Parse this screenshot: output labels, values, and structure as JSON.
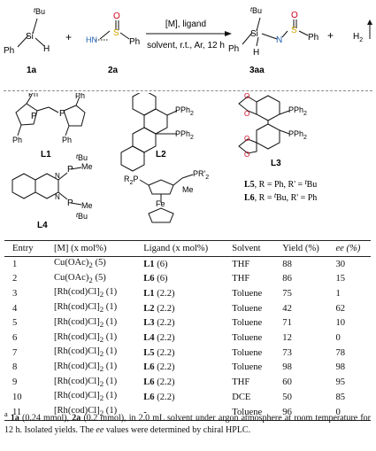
{
  "scheme": {
    "sub1_label": "1a",
    "sub2_label": "2a",
    "prod_label": "3aa",
    "reagent_top": "[M], ligand",
    "reagent_bottom": "solvent, r.t., Ar, 12 h",
    "plus1": "+",
    "plus2": "+",
    "h2": "H",
    "atoms": {
      "tBu": "Bu",
      "t": "t",
      "Ph": "Ph",
      "Si": "Si",
      "H": "H",
      "N": "N",
      "S": "S",
      "O": "O"
    }
  },
  "ligands": {
    "L1": "L1",
    "L2": "L2",
    "L3": "L3",
    "L4": "L4",
    "pph2": "PPh",
    "me": "Me",
    "fe": "Fe",
    "p": "P",
    "L5_def": {
      "label": "L5",
      "text": ", R = Ph, R' = ",
      "tail": "Bu"
    },
    "L6_def": {
      "label": "L6",
      "text": ", R = ",
      "mid": "Bu, R' = Ph"
    }
  },
  "table": {
    "headers": [
      "Entry",
      "[M] (x mol%)",
      "Ligand (x mol%)",
      "Solvent",
      "Yield (%)",
      "ee (%)"
    ],
    "rows": [
      [
        "1",
        "Cu(OAc)",
        "2",
        " (5)",
        "L1",
        " (6)",
        "THF",
        "88",
        "30"
      ],
      [
        "2",
        "Cu(OAc)",
        "2",
        " (5)",
        "L6",
        " (6)",
        "THF",
        "86",
        "15"
      ],
      [
        "3",
        "[Rh(cod)Cl]",
        "2",
        " (1)",
        "L1",
        " (2.2)",
        "Toluene",
        "75",
        "1"
      ],
      [
        "4",
        "[Rh(cod)Cl]",
        "2",
        " (1)",
        "L2",
        " (2.2)",
        "Toluene",
        "42",
        "62"
      ],
      [
        "5",
        "[Rh(cod)Cl]",
        "2",
        " (1)",
        "L3",
        " (2.2)",
        "Toluene",
        "71",
        "10"
      ],
      [
        "6",
        "[Rh(cod)Cl]",
        "2",
        " (1)",
        "L4",
        " (2.2)",
        "Toluene",
        "12",
        "0"
      ],
      [
        "7",
        "[Rh(cod)Cl]",
        "2",
        " (1)",
        "L5",
        " (2.2)",
        "Toluene",
        "73",
        "78"
      ],
      [
        "8",
        "[Rh(cod)Cl]",
        "2",
        " (1)",
        "L6",
        " (2.2)",
        "Toluene",
        "98",
        "98"
      ],
      [
        "9",
        "[Rh(cod)Cl]",
        "2",
        " (1)",
        "L6",
        " (2.2)",
        "THF",
        "60",
        "95"
      ],
      [
        "10",
        "[Rh(cod)Cl]",
        "2",
        " (1)",
        "L6",
        " (2.2)",
        "DCE",
        "50",
        "85"
      ],
      [
        "11",
        "[Rh(cod)Cl]",
        "2",
        " (1)",
        "-",
        "",
        "Toluene",
        "96",
        "0"
      ]
    ]
  },
  "footnote": {
    "mark": "a",
    "r1": "1a",
    "t1": " (0.24 mmol), ",
    "r2": "2a",
    "t2": " (0.2 mmol), in 2.0 mL solvent under argon atmosphere at room temperature for 12 h. Isolated yields. The ",
    "ee": "ee",
    "t3": " values were determined by chiral HPLC."
  }
}
